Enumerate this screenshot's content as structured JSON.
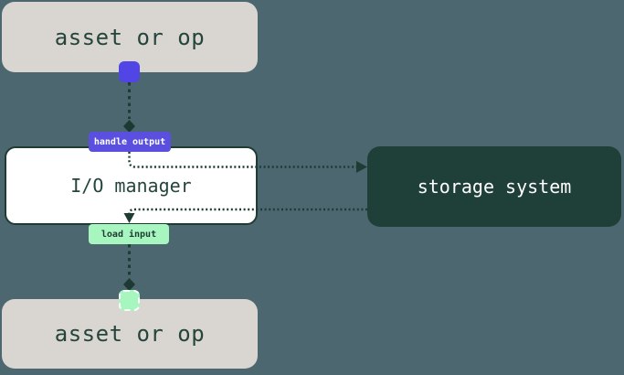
{
  "diagram": {
    "title": "io-manager-data-flow",
    "nodes": {
      "asset_top": {
        "label": "asset or op"
      },
      "io_manager": {
        "label": "I/O manager"
      },
      "asset_bottom": {
        "label": "asset or op"
      },
      "storage": {
        "label": "storage system"
      }
    },
    "badges": {
      "handle_output": {
        "label": "handle output"
      },
      "load_input": {
        "label": "load input"
      }
    },
    "edges": [
      {
        "from": "asset_top",
        "to": "io_manager",
        "via": "handle output",
        "style": "dotted"
      },
      {
        "from": "io_manager",
        "to": "storage",
        "style": "dotted-arrow-right"
      },
      {
        "from": "storage",
        "to": "io_manager",
        "via": "load input",
        "style": "dotted-arrow-down"
      },
      {
        "from": "io_manager",
        "to": "asset_bottom",
        "style": "dotted"
      }
    ],
    "colors": {
      "background": "#4d6770",
      "asset_box_fill": "#d9d6d2",
      "asset_text": "#25453c",
      "io_box_fill": "#ffffff",
      "line_dark_green": "#1e3c34",
      "storage_fill": "#1f4038",
      "storage_text": "#ffffff",
      "output_purple": "#5145e6",
      "output_badge_purple": "#5a4fdf",
      "input_light_green": "#a8f6bf"
    }
  }
}
